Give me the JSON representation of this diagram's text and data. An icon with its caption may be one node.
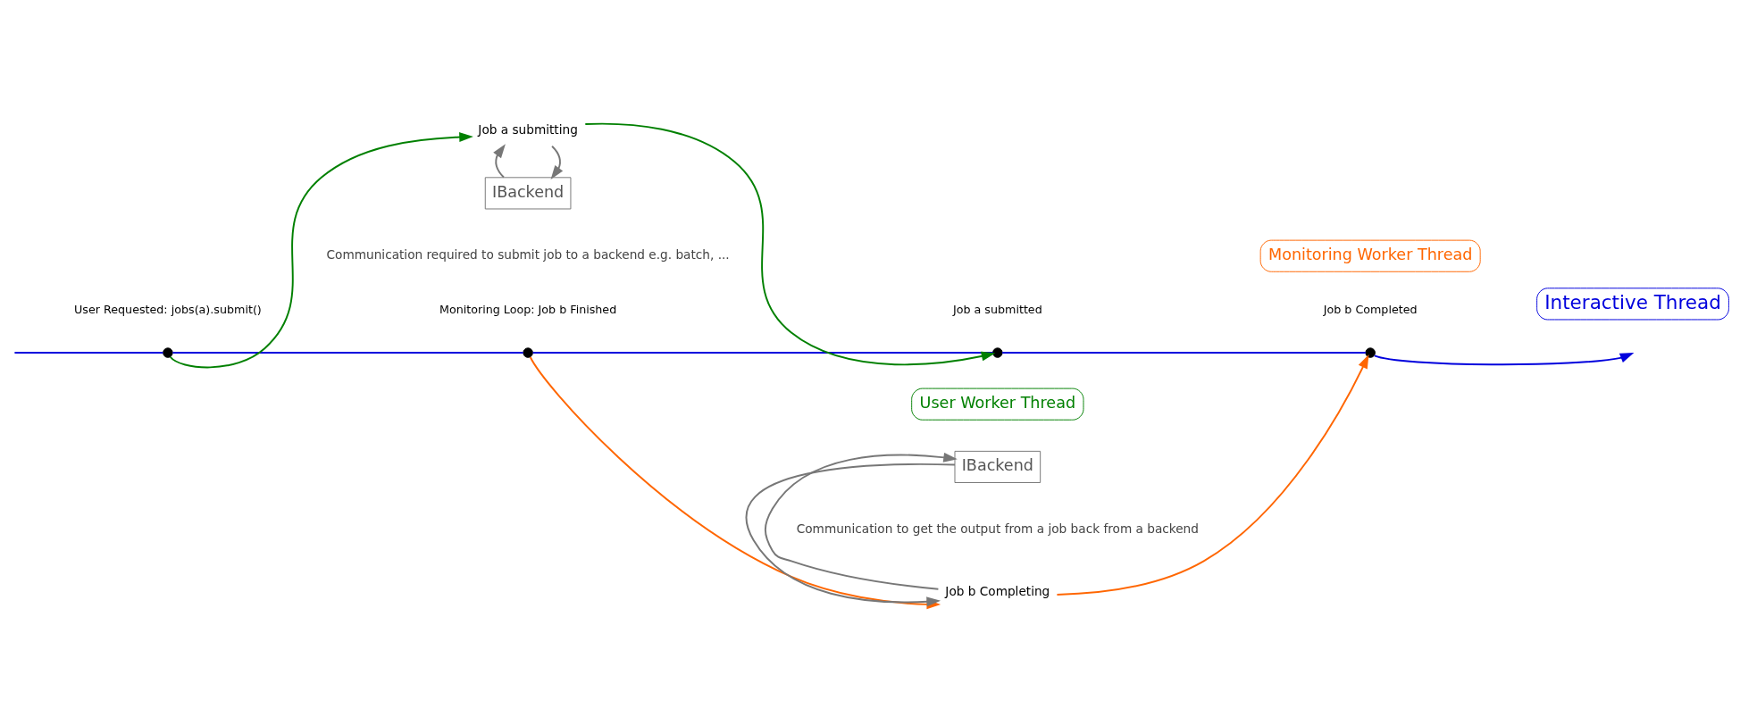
{
  "diagram": {
    "nodes": [
      {
        "text": [
          "IBackend"
        ],
        "beside": [
          "Communication required to submit job to a backend e.g. batch, ..."
        ]
      },
      {
        "text": [
          "User Worker Thread"
        ]
      },
      {
        "text": [
          "Interactive Thread"
        ]
      },
      {
        "text": [],
        "shape": "circle",
        "beside": [
          "User Requested: jobs(a).submit()"
        ]
      },
      {
        "text": [],
        "shape": "circle",
        "beside": [
          "Monitoring Loop: Job b Finished"
        ]
      },
      {
        "text": [],
        "shape": "circle",
        "beside": [
          "Job a submitted"
        ]
      },
      {
        "text": [],
        "shape": "circle",
        "beside": [
          "Job b Completed"
        ]
      },
      {
        "text": [
          "Job a submitting"
        ]
      },
      {
        "text": [
          "Job b Completing"
        ]
      },
      {
        "text": [
          "IBackend"
        ],
        "beside": [
          "Communication to get the output from a job back from a backend"
        ]
      },
      {
        "text": [
          "Monitoring Worker Thread"
        ]
      }
    ],
    "edges": [
      {
        "from": null,
        "to": 3,
        "arrow": "none",
        "color": "#0000dd"
      },
      {
        "from": 3,
        "to": 4,
        "arrow": "none",
        "color": "#0000dd"
      },
      {
        "from": 4,
        "to": 5,
        "arrow": "none",
        "color": "#0000dd"
      },
      {
        "from": 5,
        "to": 6,
        "arrow": "none",
        "color": "#0000dd"
      },
      {
        "from": 6,
        "to": null,
        "arrow": "to",
        "color": "#0000dd"
      },
      {
        "from": 3,
        "to": 7,
        "arrow": "to",
        "color": "#008000"
      },
      {
        "from": 7,
        "to": 5,
        "arrow": "to",
        "color": "#008000"
      },
      {
        "from": 7,
        "to": 0,
        "arrow": "to",
        "color": "#777777"
      },
      {
        "from": 0,
        "to": 7,
        "arrow": "to",
        "color": "#777777"
      },
      {
        "from": 4,
        "to": 8,
        "arrow": "to",
        "color": "#ff6600"
      },
      {
        "from": 8,
        "to": 6,
        "arrow": "to",
        "color": "#ff6600"
      },
      {
        "from": 8,
        "to": 9,
        "arrow": "to",
        "color": "#777777"
      },
      {
        "from": 9,
        "to": 8,
        "arrow": "to",
        "color": "#777777"
      }
    ]
  }
}
